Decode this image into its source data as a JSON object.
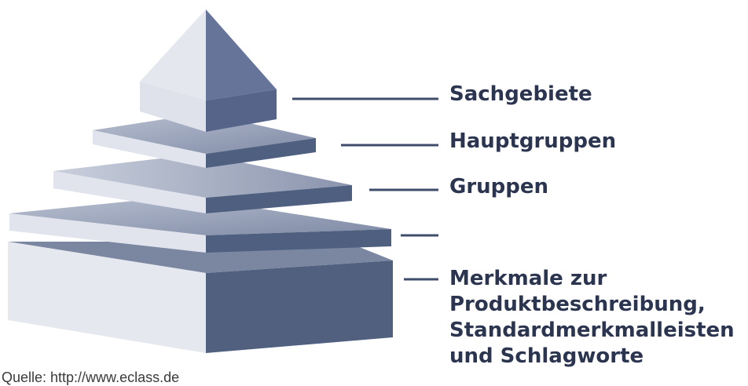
{
  "levels": [
    {
      "label": "Sachgebiete"
    },
    {
      "label": "Hauptgruppen"
    },
    {
      "label": "Gruppen"
    },
    {
      "label": ""
    },
    {
      "label": "Merkmale zur\nProduktbeschreibung,\nStandardmerkmalleisten\nund Schlagworte"
    }
  ],
  "source": "Quelle: http://www.eclass.de",
  "colors": {
    "top_light": "#e8eaf1",
    "top_mid": "#a9b1c4",
    "top_dark": "#8a94ad",
    "side_light": "#e3e6ee",
    "side_dark": "#4f5f80",
    "connector": "#3f4d6b",
    "label": "#2b3550"
  }
}
